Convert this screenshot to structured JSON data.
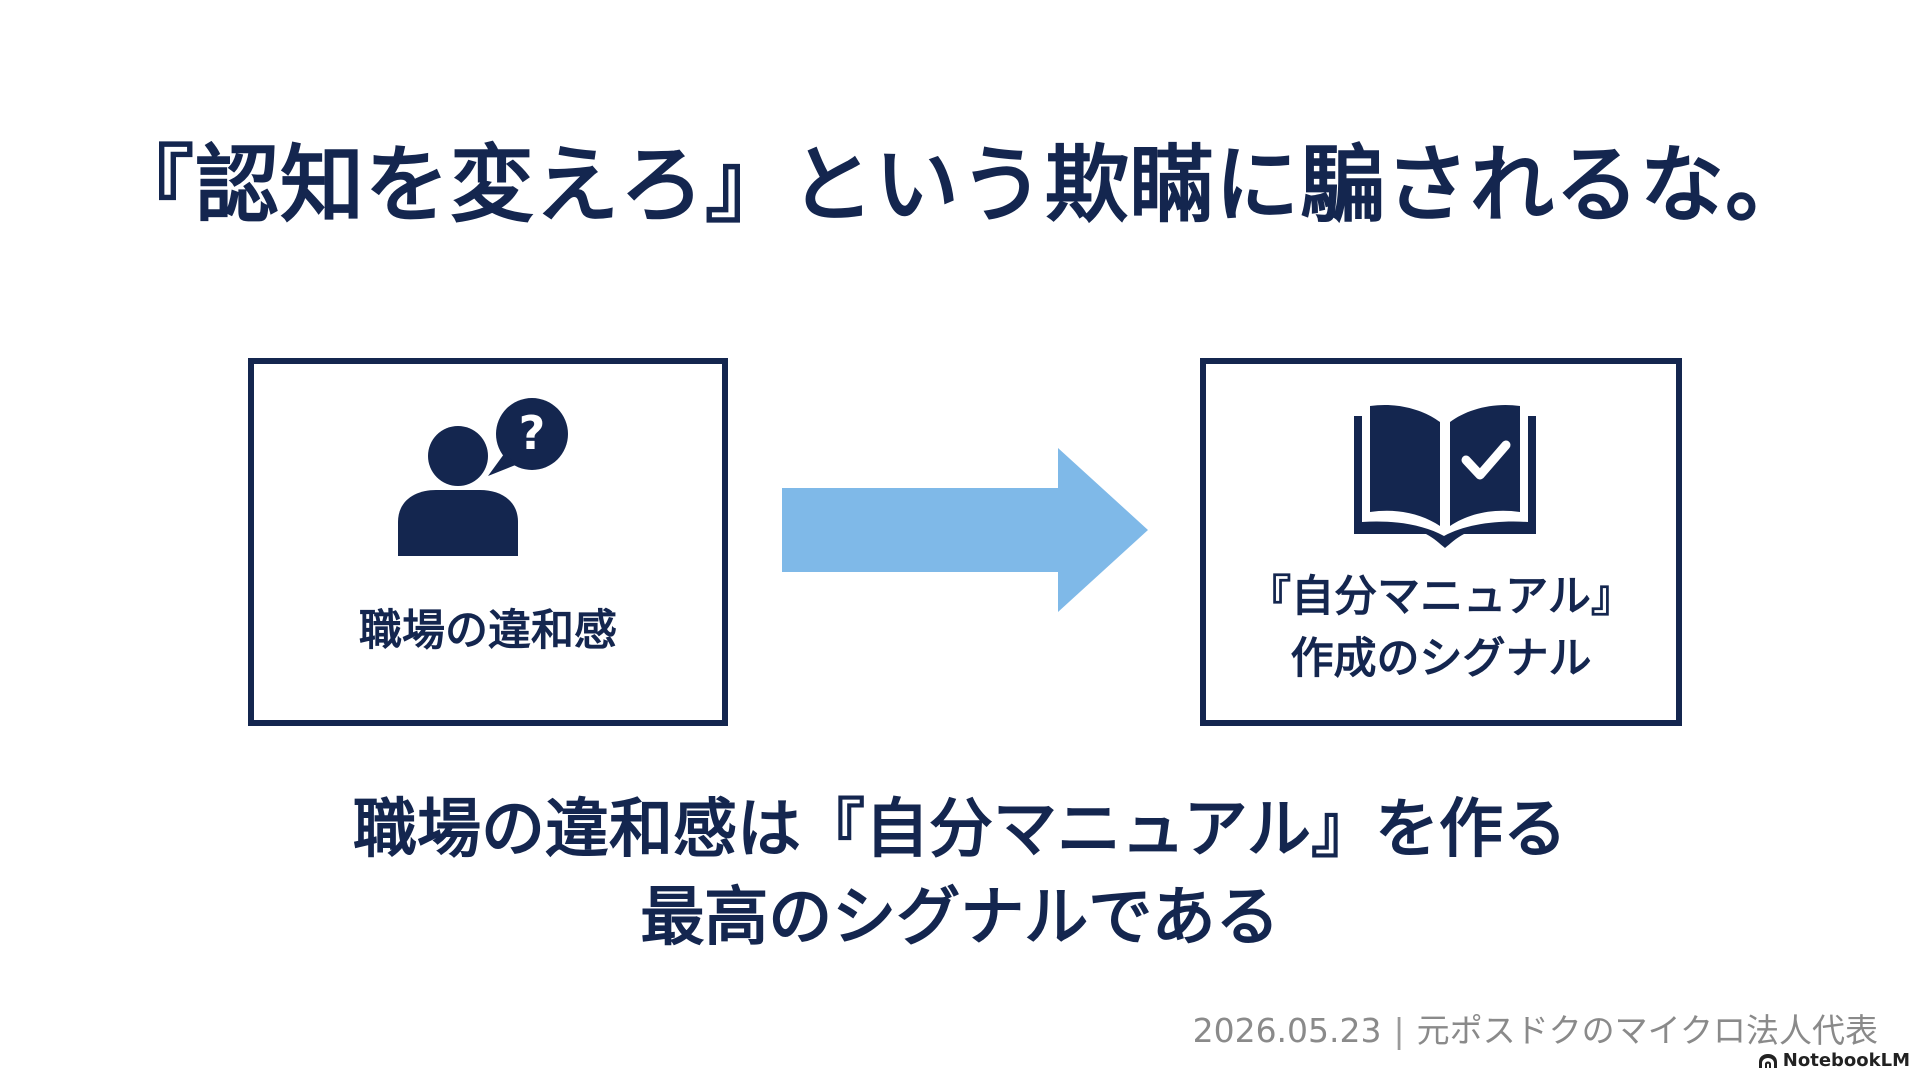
{
  "title": "『認知を変えろ』という欺瞞に騙されるな。",
  "left_box": {
    "label": "職場の違和感",
    "icon": "person-question-icon"
  },
  "right_box": {
    "label_line1": "『自分マニュアル』",
    "label_line2": "作成のシグナル",
    "icon": "book-check-icon"
  },
  "arrow": {
    "icon": "right-arrow-icon",
    "color": "#7fb9e8"
  },
  "conclusion": {
    "line1": "職場の違和感は『自分マニュアル』を作る",
    "line2": "最高のシグナルである"
  },
  "footer": {
    "date": "2026.05.23",
    "separator": "|",
    "author": "元ポスドクのマイクロ法人代表"
  },
  "brand": {
    "label": "NotebookLM",
    "icon": "notebooklm-logo-icon"
  },
  "colors": {
    "navy": "#14264f",
    "arrow_blue": "#7fb9e8",
    "footer_gray": "#8a8a8a"
  }
}
